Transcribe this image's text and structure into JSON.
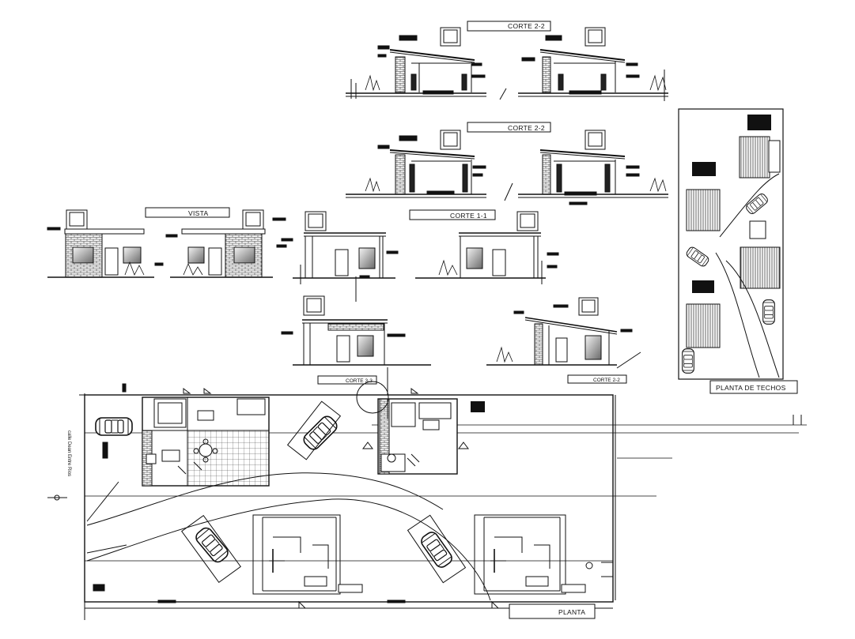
{
  "sheet": {
    "labels": {
      "corte_22_top": "CORTE 2-2",
      "corte_22_mid": "CORTE 2-2",
      "vista": "VISTA",
      "corte_11": "CORTE 1-1",
      "corte_33": "CORTE 3-3",
      "corte_22_small": "CORTE 2-2",
      "planta_techos": "PLANTA DE TECHOS",
      "planta": "PLANTA",
      "street": "calle Dean Entre Rios"
    }
  }
}
